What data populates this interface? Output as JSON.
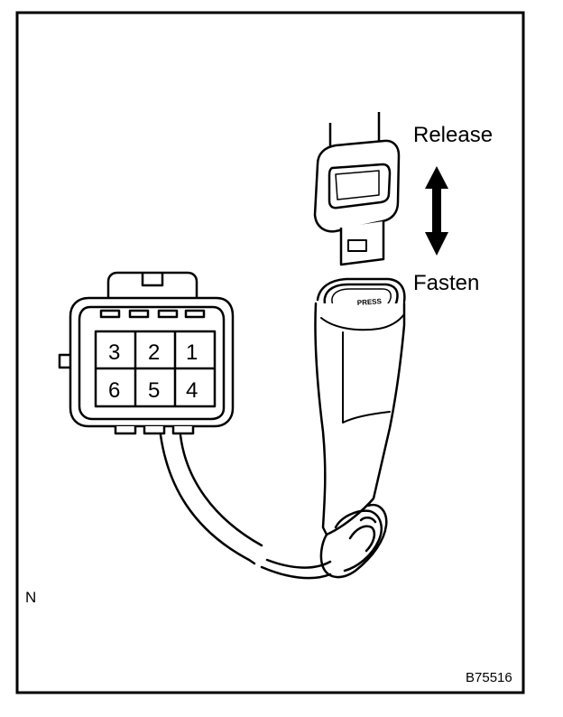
{
  "labels": {
    "release": "Release",
    "fasten": "Fasten",
    "figure_id": "B75516",
    "corner_mark": "N",
    "press_text": "PRESS"
  },
  "connector": {
    "pins_top": [
      "3",
      "2",
      "1"
    ],
    "pins_bottom": [
      "6",
      "5",
      "4"
    ]
  },
  "colors": {
    "line": "#000000",
    "background": "#ffffff"
  }
}
